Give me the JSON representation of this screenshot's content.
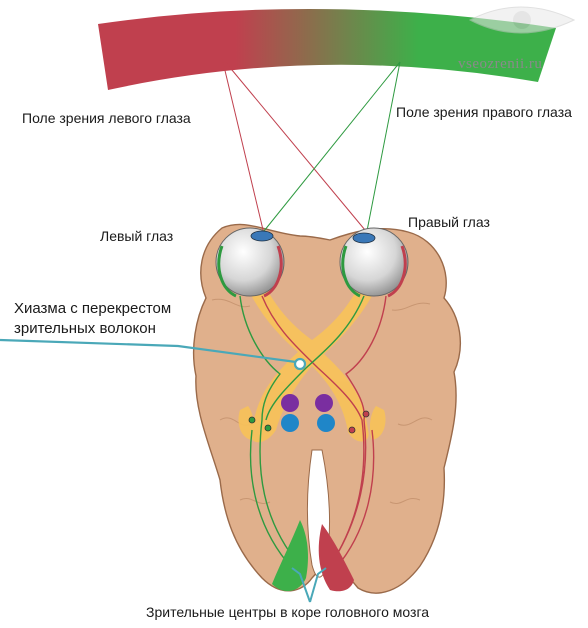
{
  "labels": {
    "left_field": "Поле зрения левого глаза",
    "right_field": "Поле зрения правого глаза",
    "left_eye": "Левый глаз",
    "right_eye": "Правый глаз",
    "chiasm_line1": "Хиазма с перекрестом",
    "chiasm_line2": "зрительных волокон",
    "cortex": "Зрительные центры в коре головного мозга"
  },
  "watermark": "vseozrenii.ru",
  "colors": {
    "left_field": "#c0404e",
    "right_field": "#3db04a",
    "brain": "#e0b08c",
    "brain_outline": "#9a6a4a",
    "tract": "#f7c25a",
    "pointer": "#4aa8b8",
    "purple_nucleus": "#7a2ea0",
    "blue_nucleus": "#1f86c8"
  }
}
